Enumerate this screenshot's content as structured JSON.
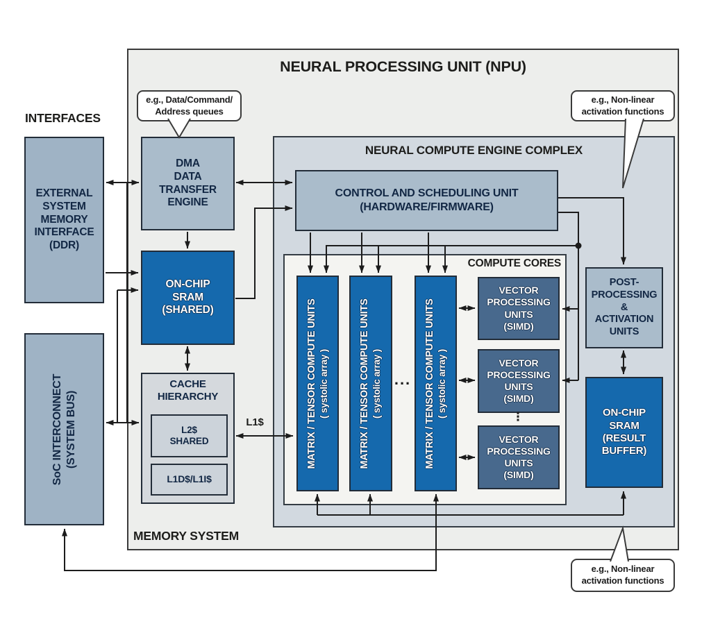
{
  "title": "NEURAL PROCESSING UNIT (NPU)",
  "sections": {
    "interfaces_label": "INTERFACES",
    "memory_system_label": "MEMORY SYSTEM",
    "complex_title": "NEURAL COMPUTE ENGINE COMPLEX",
    "compute_cores_label": "COMPUTE CORES"
  },
  "boxes": {
    "ddr": "EXTERNAL\nSYSTEM\nMEMORY\nINTERFACE\n(DDR)",
    "soc": "SoC INTERCONNECT\n(SYSTEM BUS)",
    "dma": "DMA\nDATA\nTRANSFER\nENGINE",
    "sram_shared": "ON-CHIP\nSRAM\n(SHARED)",
    "cache_title": "CACHE\nHIERARCHY",
    "l2": "L2$\nSHARED",
    "l1": "L1D$/L1I$",
    "control": "CONTROL AND SCHEDULING UNIT\n(HARDWARE/FIRMWARE)",
    "matrix_title": "MATRIX / TENSOR COMPUTE UNITS",
    "matrix_sub": "( systolic array )",
    "vpu": "VECTOR\nPROCESSING\nUNITS\n(SIMD)",
    "post": "POST-\nPROCESSING\n&\nACTIVATION\nUNITS",
    "sram_result": "ON-CHIP\nSRAM\n(RESULT\nBUFFER)"
  },
  "labels": {
    "l1_bus": "L1$",
    "hdots": "...",
    "vdots": "⋮"
  },
  "callouts": {
    "dma_queues": "e.g., Data/Command/\nAddress queues",
    "activation_top": "e.g., Non-linear\nactivation functions",
    "activation_bottom": "e.g., Non-linear\nactivation functions"
  },
  "colors": {
    "blue": "#1569ad",
    "steel": "#aabccb",
    "steel-dark": "#9fb3c5",
    "vpu": "#48698d",
    "npu-bg": "#edeeec",
    "complex-bg": "#d2d9e0",
    "panel-bg": "#f4f4f1",
    "cache-bg": "#d5d9dd",
    "cache-inner": "#ccd3da",
    "line": "#1c1c1c",
    "edge": "#222c38",
    "navy": "#122744",
    "text": "#1d1d1b"
  }
}
